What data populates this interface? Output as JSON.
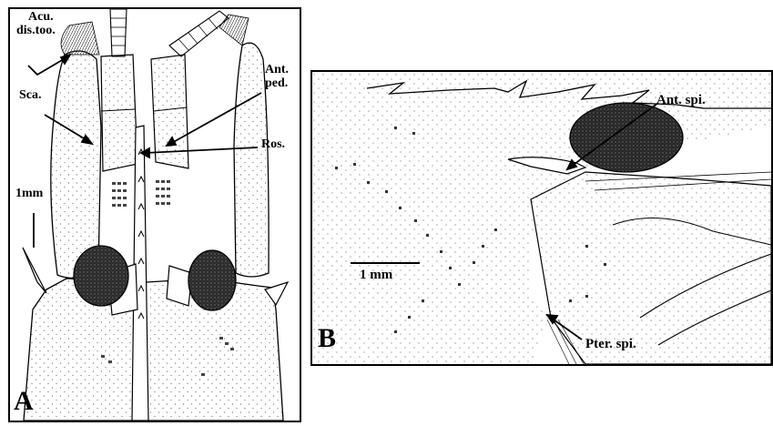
{
  "panels": {
    "a": {
      "letter": "A",
      "labels": {
        "acu_line1": "Acu.",
        "acu_line2": "dis.too.",
        "sca": "Sca.",
        "ant_ped_line1": "Ant.",
        "ant_ped_line2": "ped.",
        "ros": "Ros.",
        "scale": "1mm"
      }
    },
    "b": {
      "letter": "B",
      "labels": {
        "ant_spi": "Ant. spi.",
        "pter_spi": "Pter. spi.",
        "scale": "1 mm"
      }
    }
  }
}
